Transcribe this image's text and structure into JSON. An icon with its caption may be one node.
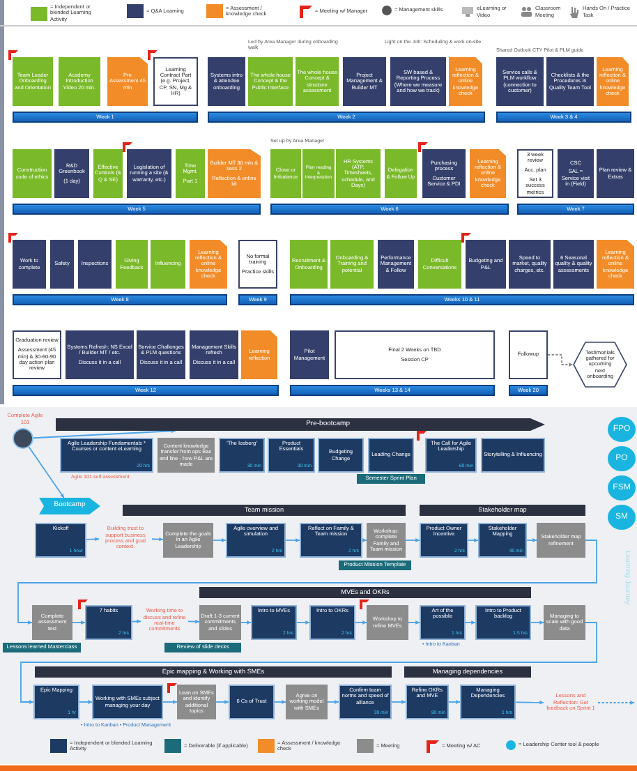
{
  "diagram": {
    "nodes": [
      {
        "text": [
          "Team Leader Onboarding and Orientation"
        ]
      },
      {
        "text": [
          "Academy Introduction Video 20 min."
        ]
      },
      {
        "text": [
          "Pre Assessment 45 min"
        ]
      },
      {
        "text": [
          "Learning Contract Part (e.g. Project, CP, SN, Mg & HR)"
        ]
      },
      {
        "text": [
          "Systems intro & attendee onboarding"
        ]
      },
      {
        "text": [
          "The whole house Concept & the Public Interface"
        ]
      },
      {
        "text": [
          "The whole house Concept & structure assessment"
        ]
      },
      {
        "text": [
          "Project Management & Builder MT"
        ]
      },
      {
        "text": [
          "SW based & Reporting Process (Where we measure and how we track)"
        ]
      },
      {
        "text": [
          "Learning reflection & online knowledge check"
        ]
      },
      {
        "text": [
          "Service calls & PLM workflow (connection to customer)"
        ]
      },
      {
        "text": [
          "Checklists & the Procedures in Quality Team Tool"
        ]
      },
      {
        "text": [
          "Learning reflection & online knowledge check"
        ]
      },
      {
        "text": [
          "Week 1"
        ]
      },
      {
        "text": [
          "Week 2"
        ]
      },
      {
        "text": [
          "Week 3 & 4"
        ]
      },
      {
        "text": [
          "Construction code of ethics"
        ]
      },
      {
        "text": [
          "R&D Greenbook",
          "(1 day)"
        ]
      },
      {
        "text": [
          "Effective Controls (& Q & SE)"
        ]
      },
      {
        "text": [
          "Legislation of running a site (& warranty, etc.)"
        ]
      },
      {
        "text": [
          "Time Mgmt.",
          "Part 1"
        ]
      },
      {
        "text": [
          "Builder MT 30 min & sess 2",
          "Reflection & online kit"
        ]
      },
      {
        "text": [
          "Close or Imbalance"
        ]
      },
      {
        "text": [
          "Plan reading & Interpretation"
        ]
      },
      {
        "text": [
          "HR Systems (ATP, Timesheets, schedule, and Days)"
        ]
      },
      {
        "text": [
          "Delegation & Follow Up"
        ]
      },
      {
        "text": [
          "Purchasing process",
          "Customer Service & PDI"
        ]
      },
      {
        "text": [
          "Learning reflection & online knowledge check"
        ]
      },
      {
        "text": [
          "3 week review",
          "Acc. plan",
          "Set 3 success metrics"
        ]
      },
      {
        "text": [
          "CSC",
          "SAL = Service visit in (Field)"
        ]
      },
      {
        "text": [
          "Plan review & Extras"
        ]
      },
      {
        "text": [
          "Week 5"
        ]
      },
      {
        "text": [
          "Week 6"
        ]
      },
      {
        "text": [
          "Week 7"
        ]
      },
      {
        "text": [
          "Work to complete"
        ]
      },
      {
        "text": [
          "Safety"
        ]
      },
      {
        "text": [
          "Inspections"
        ]
      },
      {
        "text": [
          "Giving Feedback"
        ]
      },
      {
        "text": [
          "Influencing"
        ]
      },
      {
        "text": [
          "Learning reflection & online knowledge check"
        ]
      },
      {
        "text": [
          "No formal training",
          "Practice skills"
        ]
      },
      {
        "text": [
          "Recruitment & Onboarding"
        ]
      },
      {
        "text": [
          "Onboarding & Training and potential"
        ]
      },
      {
        "text": [
          "Performance Management & Follow"
        ]
      },
      {
        "text": [
          "Difficult Conversations"
        ]
      },
      {
        "text": [
          "Budgeting and P&L"
        ]
      },
      {
        "text": [
          "Speed to market, quality charges, etc."
        ]
      },
      {
        "text": [
          "6 Seasonal quality & quality assessments"
        ]
      },
      {
        "text": [
          "Learning reflection & online knowledge check"
        ]
      },
      {
        "text": [
          "Week 8"
        ]
      },
      {
        "text": [
          "Week 9"
        ]
      },
      {
        "text": [
          "Weeks 10 & 11"
        ]
      },
      {
        "text": [
          "Graduation review",
          "Assessment (45 min) & 30-60-90 day action plan review"
        ]
      },
      {
        "text": [
          "Systems Refresh: NS Excel / Builder MT / etc.",
          "Discuss it in a call"
        ]
      },
      {
        "text": [
          "Service Challenges & PLM questions",
          "Discuss it in a call"
        ]
      },
      {
        "text": [
          "Management Skills refresh",
          "Discuss it in a call"
        ]
      },
      {
        "text": [
          "Learning reflection"
        ]
      },
      {
        "text": [
          "Pilot Management"
        ]
      },
      {
        "text": [
          "Final 2 Weeks on TBD",
          "Session CP"
        ]
      },
      {
        "text": [
          "Followup"
        ]
      },
      {
        "text": [
          "Testimonials gathered for upcoming next onboarding"
        ]
      },
      {
        "text": [
          "Week 12"
        ]
      },
      {
        "text": [
          "Weeks 13 & 14"
        ]
      },
      {
        "text": [
          "Week 20"
        ]
      },
      {
        "text": [
          "Complete Agile 101"
        ]
      },
      {
        "text": [],
        "shape": "circle"
      },
      {
        "text": [
          "Pre-bootcamp"
        ]
      },
      {
        "text": [
          "Agile Leadership Fundamentals * Courses or content eLearning",
          "20 hrs"
        ],
        "beside": [
          "Agile 101 self assessment"
        ]
      },
      {
        "text": [
          "Content knowledge transfer from ops Bas and line - how P&L are made"
        ]
      },
      {
        "text": [
          "'The Iceberg'",
          "30 min"
        ]
      },
      {
        "text": [
          "Product Essentials",
          "30 min"
        ]
      },
      {
        "text": [
          "Budgeting Change"
        ]
      },
      {
        "text": [
          "Leading Change"
        ]
      },
      {
        "text": [
          "Semester Sprint Plan"
        ]
      },
      {
        "text": [
          "The Call for Agile Leadership",
          "60 min"
        ]
      },
      {
        "text": [
          "Storytelling & Influencing"
        ]
      },
      {
        "text": [
          "FPO"
        ]
      },
      {
        "text": [
          "PO"
        ]
      },
      {
        "text": [
          "FSM"
        ]
      },
      {
        "text": [
          "SM"
        ]
      },
      {
        "text": [
          "Bootcamp"
        ]
      },
      {
        "text": [
          "Team mission"
        ]
      },
      {
        "text": [
          "Stakeholder map"
        ]
      },
      {
        "text": [
          "Kickoff",
          "1 hour"
        ]
      },
      {
        "text": [
          "Building trust to support business process and goal context."
        ]
      },
      {
        "text": [
          "Complete the goals in an Agile Leadership"
        ]
      },
      {
        "text": [
          "Agile overview and simulation",
          "2 hrs"
        ]
      },
      {
        "text": [
          "Reflect on Family & Team mission",
          "2 hrs"
        ]
      },
      {
        "text": [
          "Workshop: complete Family and Team mission"
        ]
      },
      {
        "text": [
          "Product Mission Template"
        ]
      },
      {
        "text": [
          "Product Owner Incentive",
          "2 hrs"
        ]
      },
      {
        "text": [
          "Stakeholder Mapping",
          "30 min"
        ]
      },
      {
        "text": [
          "Stakeholder map refinement"
        ]
      },
      {
        "text": [
          "MVEs and OKRs"
        ]
      },
      {
        "text": [
          "Complete assessment test"
        ]
      },
      {
        "text": [
          "Lessons learned Masterclass"
        ]
      },
      {
        "text": [
          "7 habits",
          "2 hrs"
        ]
      },
      {
        "text": [
          "Working time to discuss and refine real-time commitments"
        ]
      },
      {
        "text": [
          "Draft 1-3 current commitments and slides"
        ]
      },
      {
        "text": [
          "Review of slide decks"
        ]
      },
      {
        "text": [
          "Intro to MVEs",
          "2 hrs"
        ]
      },
      {
        "text": [
          "Intro to OKRs",
          "2 hrs"
        ]
      },
      {
        "text": [
          "Workshop to refine MVEs"
        ]
      },
      {
        "text": [
          "Art of the possible",
          "1 hrs"
        ]
      },
      {
        "text": [
          "Intro to Product backlog",
          "1.5 hrs"
        ]
      },
      {
        "text": [
          "Managing to scale with good data"
        ]
      },
      {
        "text": [
          "Epic mapping & Working with SMEs"
        ]
      },
      {
        "text": [
          "Managing dependencies"
        ]
      },
      {
        "text": [
          "Epic Mapping",
          "1 hr"
        ]
      },
      {
        "text": [
          "Working with SMEs subject managing your day"
        ]
      },
      {
        "text": [
          "Lean on SMEs and identify additional topics"
        ]
      },
      {
        "text": [
          "6 Cs of Trust"
        ]
      },
      {
        "text": [
          "Agree on working model with SMEs"
        ]
      },
      {
        "text": [
          "Confirm team norms and speed of alliance",
          "30 min"
        ]
      },
      {
        "text": [
          "Refine OKRs and MVE",
          "90 min"
        ]
      },
      {
        "text": [
          "Managing Dependencies",
          "1 hrs"
        ]
      },
      {
        "text": [
          "Lessons and Reflection: Get feedback on Sprint 1"
        ]
      }
    ],
    "edges": [
      {
        "from": 65,
        "to": 66,
        "arrow": "to"
      },
      {
        "from": 65,
        "to": 80,
        "arrow": "to"
      },
      {
        "from": 83,
        "to": 84,
        "arrow": "to"
      },
      {
        "from": 84,
        "to": 85,
        "arrow": "to"
      },
      {
        "from": 85,
        "to": 86,
        "arrow": "to"
      },
      {
        "from": 86,
        "to": 87,
        "arrow": "to"
      },
      {
        "from": 87,
        "to": 88,
        "arrow": "to"
      },
      {
        "from": 88,
        "to": 90,
        "arrow": "to"
      },
      {
        "from": 90,
        "to": 91,
        "arrow": "to"
      },
      {
        "from": 91,
        "to": 92,
        "arrow": "to"
      },
      {
        "from": 92,
        "to": 94,
        "arrow": "to"
      },
      {
        "from": 94,
        "to": 96,
        "arrow": "to"
      },
      {
        "from": 96,
        "to": 97,
        "arrow": "to"
      },
      {
        "from": 97,
        "to": 98,
        "arrow": "to"
      },
      {
        "from": 98,
        "to": 100,
        "arrow": "to"
      },
      {
        "from": 100,
        "to": 101,
        "arrow": "to"
      },
      {
        "from": 101,
        "to": 102,
        "arrow": "to"
      },
      {
        "from": 102,
        "to": 103,
        "arrow": "to"
      },
      {
        "from": 103,
        "to": 104,
        "arrow": "to"
      },
      {
        "from": 104,
        "to": 105,
        "arrow": "to"
      },
      {
        "from": 105,
        "to": 108,
        "arrow": "to"
      },
      {
        "from": 108,
        "to": 109,
        "arrow": "to"
      },
      {
        "from": 109,
        "to": 110,
        "arrow": "to"
      },
      {
        "from": 110,
        "to": 111,
        "arrow": "to"
      },
      {
        "from": 111,
        "to": 112,
        "arrow": "to"
      },
      {
        "from": 112,
        "to": 113,
        "arrow": "to"
      },
      {
        "from": 113,
        "to": 114,
        "arrow": "to"
      },
      {
        "from": 114,
        "to": 115,
        "arrow": "to"
      },
      {
        "from": 115,
        "to": 116,
        "arrow": "to"
      },
      {
        "from": 116,
        "to": null,
        "arrow": "to",
        "style": "dashed"
      },
      {
        "from": 59,
        "to": 60,
        "arrow": "to",
        "style": "dashed",
        "color": "#888888"
      }
    ],
    "labels": [
      "Led by Area Manager during onboarding walk",
      "Light on the Job: Scheduling & work on-site",
      "Shared Outlook CTY Pilot & PLM guide",
      "Set up by Area Manager",
      "• Intro to Kanban",
      "• Intro to Kanban  • Product Management",
      "Learning Journey"
    ],
    "legend": [
      {
        "text": "= Independent or blended Learning Activity",
        "color": "#7ab929"
      },
      {
        "text": "= Q&A Learning",
        "color": "#34406b"
      },
      {
        "text": "= Assessment / knowledge check",
        "color": "#f28c28"
      },
      {
        "text": "= Meeting w/ Manager"
      },
      {
        "text": "= Management skills",
        "color": "#555555"
      },
      {
        "text": "eLearning or Video"
      },
      {
        "text": "Classroom Meeting"
      },
      {
        "text": "Hands On / Practice Task"
      },
      {
        "text": "= Independent or blended Learning Activity",
        "color": "#1d3a63"
      },
      {
        "text": "= Deliverable (if applicable)",
        "color": "#1b6b7a"
      },
      {
        "text": "= Assessment / knowledge check",
        "color": "#f28c28"
      },
      {
        "text": "= Meeting",
        "color": "#8c8c8c"
      },
      {
        "text": "= Meeting w/ AC"
      },
      {
        "text": "= Leadership Center tool & people",
        "color": "#19b5e0"
      }
    ]
  }
}
